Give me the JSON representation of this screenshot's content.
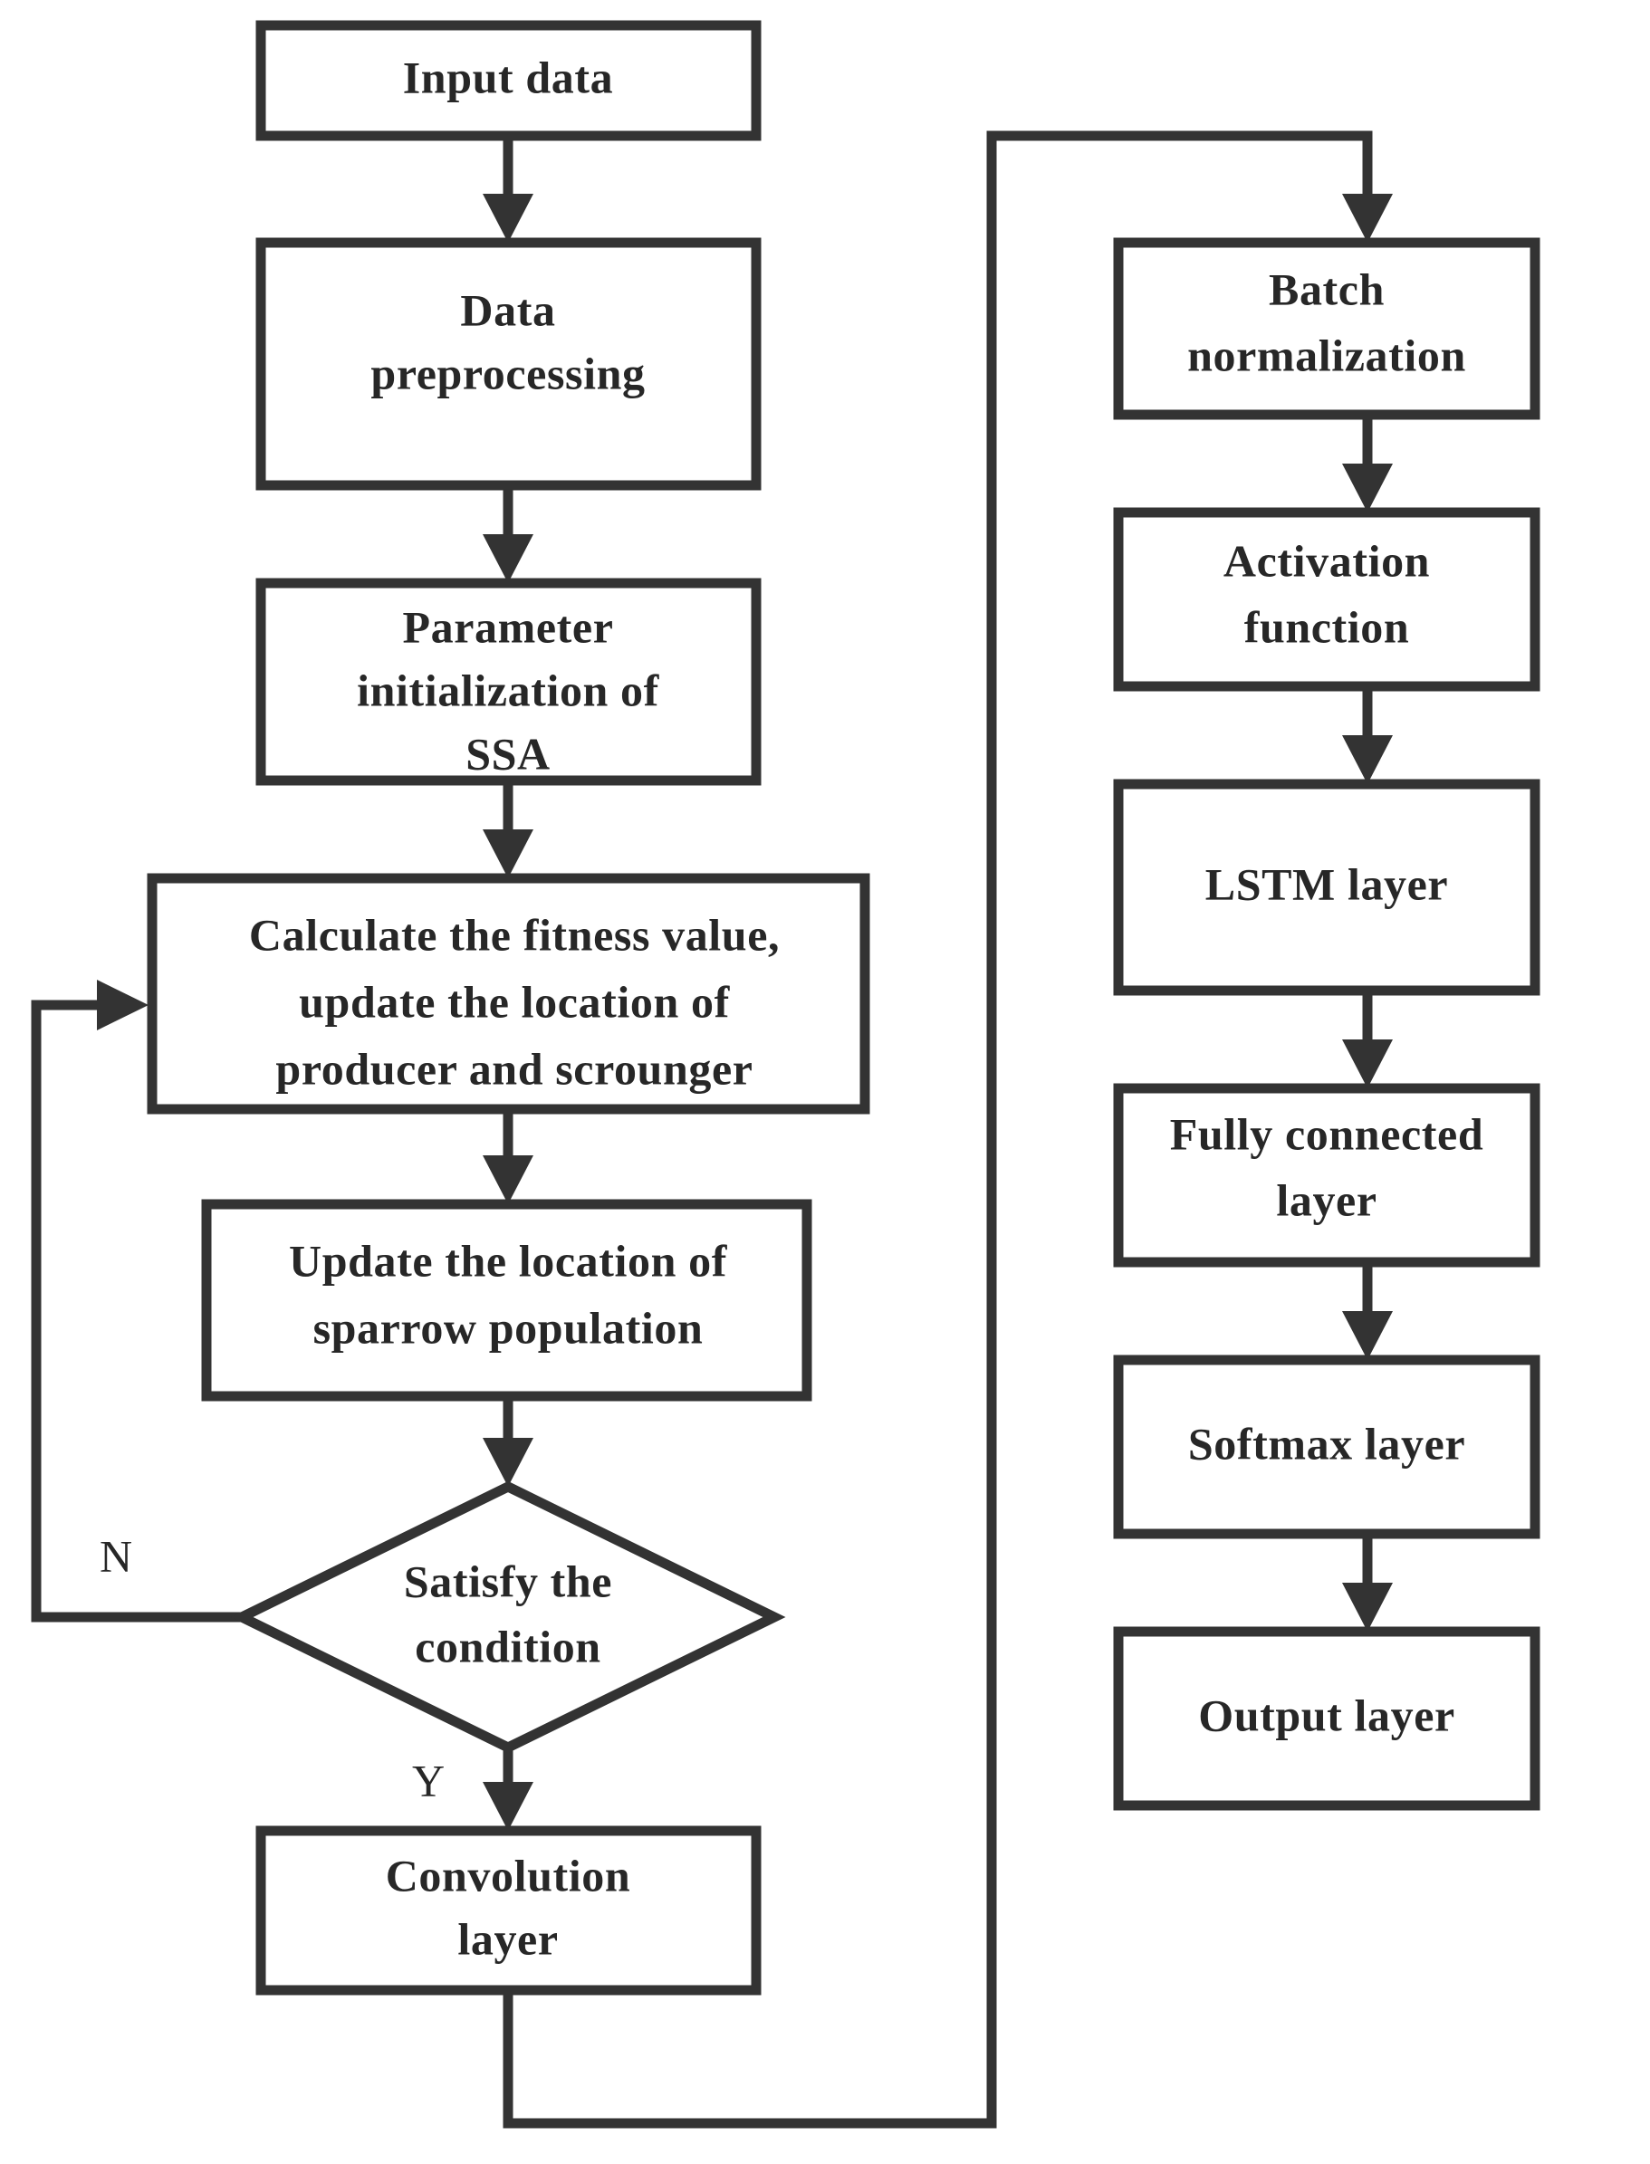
{
  "diagram": {
    "title": "SSA-optimized CNN-LSTM flowchart",
    "stroke_color": "#333333",
    "text_color": "#272727",
    "background_color": "#ffffff",
    "nodes": [
      {
        "id": "input-data",
        "shape": "rectangle",
        "lines": [
          "Input data"
        ]
      },
      {
        "id": "data-preprocessing",
        "shape": "rectangle",
        "lines": [
          "Data",
          "preprocessing"
        ]
      },
      {
        "id": "parameter-init",
        "shape": "rectangle",
        "lines": [
          "Parameter",
          "initialization of",
          "SSA"
        ]
      },
      {
        "id": "calculate-fitness",
        "shape": "rectangle",
        "lines": [
          "Calculate the fitness value,",
          "update the location of",
          "producer and scrounger"
        ]
      },
      {
        "id": "update-location",
        "shape": "rectangle",
        "lines": [
          "Update the location of",
          "sparrow population"
        ]
      },
      {
        "id": "satisfy-condition",
        "shape": "diamond",
        "lines": [
          "Satisfy the",
          "condition"
        ]
      },
      {
        "id": "convolution-layer",
        "shape": "rectangle",
        "lines": [
          "Convolution",
          "layer"
        ]
      },
      {
        "id": "batch-normalization",
        "shape": "rectangle",
        "lines": [
          "Batch",
          "normalization"
        ]
      },
      {
        "id": "activation-function",
        "shape": "rectangle",
        "lines": [
          "Activation",
          "function"
        ]
      },
      {
        "id": "lstm-layer",
        "shape": "rectangle",
        "lines": [
          "LSTM layer"
        ]
      },
      {
        "id": "fully-connected",
        "shape": "rectangle",
        "lines": [
          "Fully connected",
          "layer"
        ]
      },
      {
        "id": "softmax-layer",
        "shape": "rectangle",
        "lines": [
          "Softmax layer"
        ]
      },
      {
        "id": "output-layer",
        "shape": "rectangle",
        "lines": [
          "Output layer"
        ]
      }
    ],
    "branch_labels": [
      {
        "id": "branch-no",
        "text": "N"
      },
      {
        "id": "branch-yes",
        "text": "Y"
      }
    ],
    "edges": [
      {
        "from": "input-data",
        "to": "data-preprocessing",
        "label": ""
      },
      {
        "from": "data-preprocessing",
        "to": "parameter-init",
        "label": ""
      },
      {
        "from": "parameter-init",
        "to": "calculate-fitness",
        "label": ""
      },
      {
        "from": "calculate-fitness",
        "to": "update-location",
        "label": ""
      },
      {
        "from": "update-location",
        "to": "satisfy-condition",
        "label": ""
      },
      {
        "from": "satisfy-condition",
        "to": "calculate-fitness",
        "label": "N"
      },
      {
        "from": "satisfy-condition",
        "to": "convolution-layer",
        "label": "Y"
      },
      {
        "from": "convolution-layer",
        "to": "batch-normalization",
        "label": ""
      },
      {
        "from": "batch-normalization",
        "to": "activation-function",
        "label": ""
      },
      {
        "from": "activation-function",
        "to": "lstm-layer",
        "label": ""
      },
      {
        "from": "lstm-layer",
        "to": "fully-connected",
        "label": ""
      },
      {
        "from": "fully-connected",
        "to": "softmax-layer",
        "label": ""
      },
      {
        "from": "softmax-layer",
        "to": "output-layer",
        "label": ""
      }
    ]
  }
}
